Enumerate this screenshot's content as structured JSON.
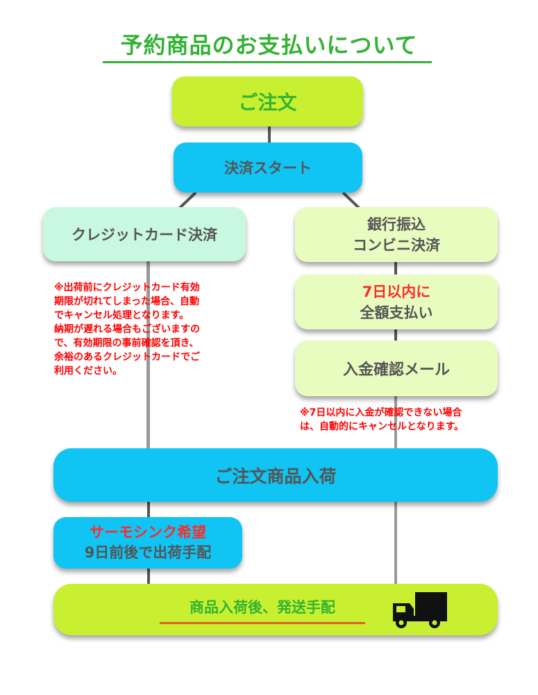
{
  "title": "予約商品のお支払いについて",
  "steps": {
    "order": "ご注文",
    "payment_start": "決済スタート",
    "credit_card": "クレジットカード決済",
    "bank_line1": "銀行振込",
    "bank_line2": "コンビニ決済",
    "pay_line1": "7日以内に",
    "pay_line2": "全額支払い",
    "confirm_mail": "入金確認メール",
    "arrival": "ご注文商品入荷",
    "thermo_line1": "サーモシンク希望",
    "thermo_line2": "9日前後で出荷手配",
    "ship": "商品入荷後、発送手配"
  },
  "notes": {
    "credit_note": [
      "※出荷前にクレジットカード有効",
      "期限が切れてしまった場合、自動",
      "でキャンセル処理となります。",
      "納期が遅れる場合もございますの",
      "で、有効期限の事前確認を頂き、",
      "余裕のあるクレジットカードでご",
      "利用ください。"
    ],
    "bank_note": [
      "※7日以内に入金が確認できない場合",
      "は、自動的にキャンセルとなります。"
    ]
  },
  "icons": {
    "ship_icon": "truck-icon"
  },
  "colors": {
    "title_green": "#33b233",
    "lime": "#c8f030",
    "cyan": "#10c4f4",
    "mint": "#c8f8e0",
    "pale_green": "#e8fcc0",
    "note_red": "#ff0000"
  }
}
